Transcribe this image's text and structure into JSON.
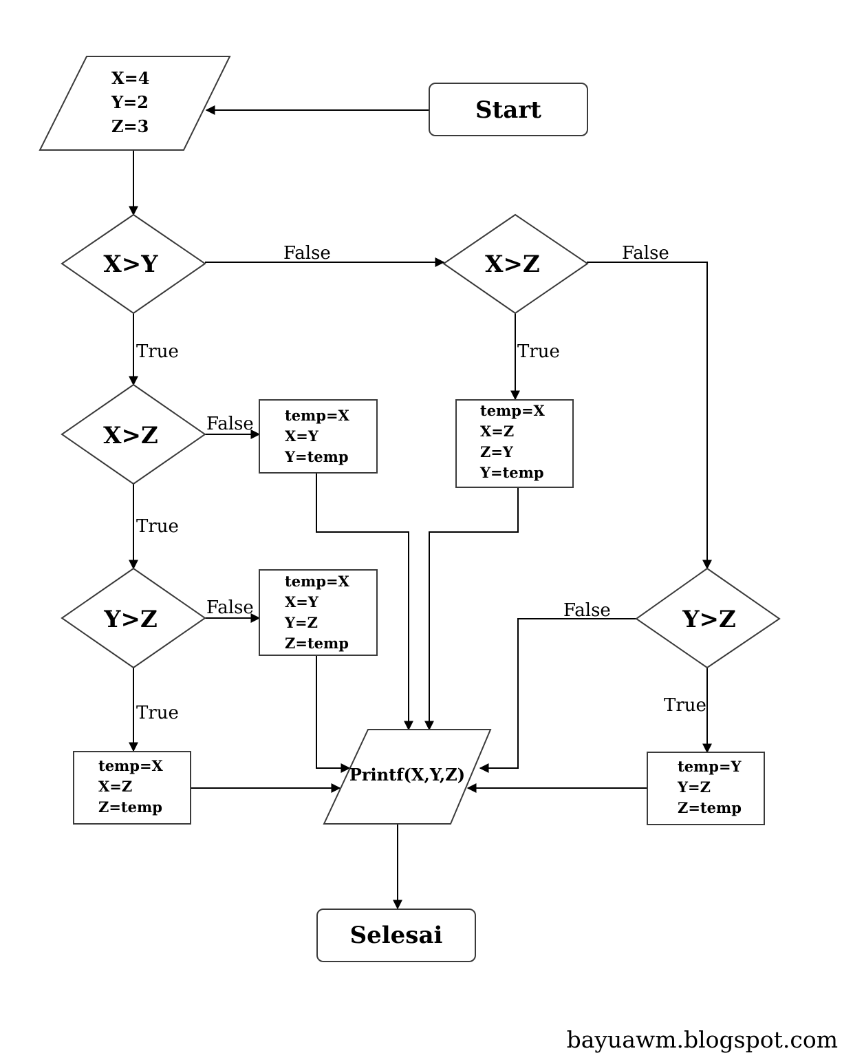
{
  "start": "Start",
  "input": [
    "X=4",
    "Y=2",
    "Z=3"
  ],
  "decisions": {
    "xy": "X>Y",
    "xz_right": "X>Z",
    "xz_left": "X>Z",
    "yz_left": "Y>Z",
    "yz_right": "Y>Z"
  },
  "processes": {
    "swap_xy": [
      "temp=X",
      "X=Y",
      "Y=temp"
    ],
    "rot_xzy": [
      "temp=X",
      "X=Z",
      "Z=Y",
      "Y=temp"
    ],
    "rot_xyz": [
      "temp=X",
      "X=Y",
      "Y=Z",
      "Z=temp"
    ],
    "swap_xz": [
      "temp=X",
      "X=Z",
      "Z=temp"
    ],
    "swap_yz": [
      "temp=Y",
      "Y=Z",
      "Z=temp"
    ]
  },
  "output": "Printf(X,Y,Z)",
  "end": "Selesai",
  "labels": {
    "true": "True",
    "false": "False"
  },
  "watermark": "bayuawm.blogspot.com"
}
